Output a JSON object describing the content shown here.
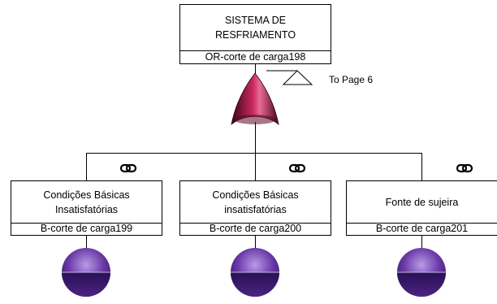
{
  "top_event": {
    "title_line1": "SISTEMA DE",
    "title_line2": "RESFRIAMENTO",
    "gate_label": "OR-corte de carga198"
  },
  "transfer": {
    "label": "To Page 6"
  },
  "events": [
    {
      "title_line1": "Condições Básicas",
      "title_line2": "Insatisfatórias",
      "label": "B-corte de carga199"
    },
    {
      "title_line1": "Condições Básicas",
      "title_line2": "insatisfatórias",
      "label": "B-corte de carga200"
    },
    {
      "title_line1": "Fonte de sujeira",
      "title_line2": "",
      "label": "B-corte de carga201"
    }
  ],
  "colors": {
    "or_gate": "#8a0f3a",
    "basic_event": "#5a2d8c",
    "line": "#000000"
  },
  "icons": [
    "link-icon",
    "link-icon",
    "link-icon"
  ]
}
